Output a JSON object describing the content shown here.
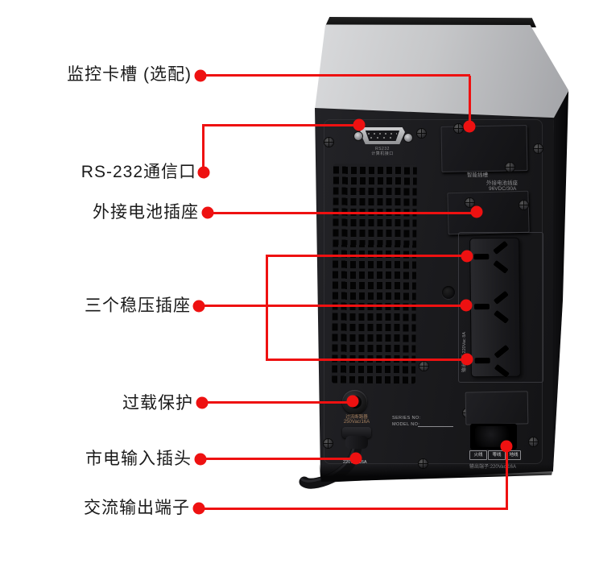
{
  "annotations": {
    "accent_color": "#ee1111",
    "labels": [
      {
        "text": "监控卡槽 (选配)"
      },
      {
        "text": "RS-232通信口"
      },
      {
        "text": "外接电池插座"
      },
      {
        "text": "三个稳压插座"
      },
      {
        "text": "过载保护"
      },
      {
        "text": "市电输入插头"
      },
      {
        "text": "交流输出端子"
      }
    ]
  },
  "device": {
    "rs232_label_line1": "RS232",
    "rs232_label_line2": "计算机接口",
    "smart_slot_label": "智能插槽",
    "battery_label_line1": "外接电池插座",
    "battery_label_line2": "96VDC/30A",
    "outlet_vertical_label": "输出插座 220Vac 8A",
    "breaker_label_line1": "过流断路器",
    "breaker_label_line2": "250Vac/16A",
    "series_no_label": "SERIES  NO:",
    "model_no_label": "MODEL  NO:",
    "input_rating": "220Vac/16A",
    "terminal_labels": [
      "火线",
      "零线",
      "地线"
    ],
    "terminal_rating": "输出端子:220Vac/16A"
  }
}
